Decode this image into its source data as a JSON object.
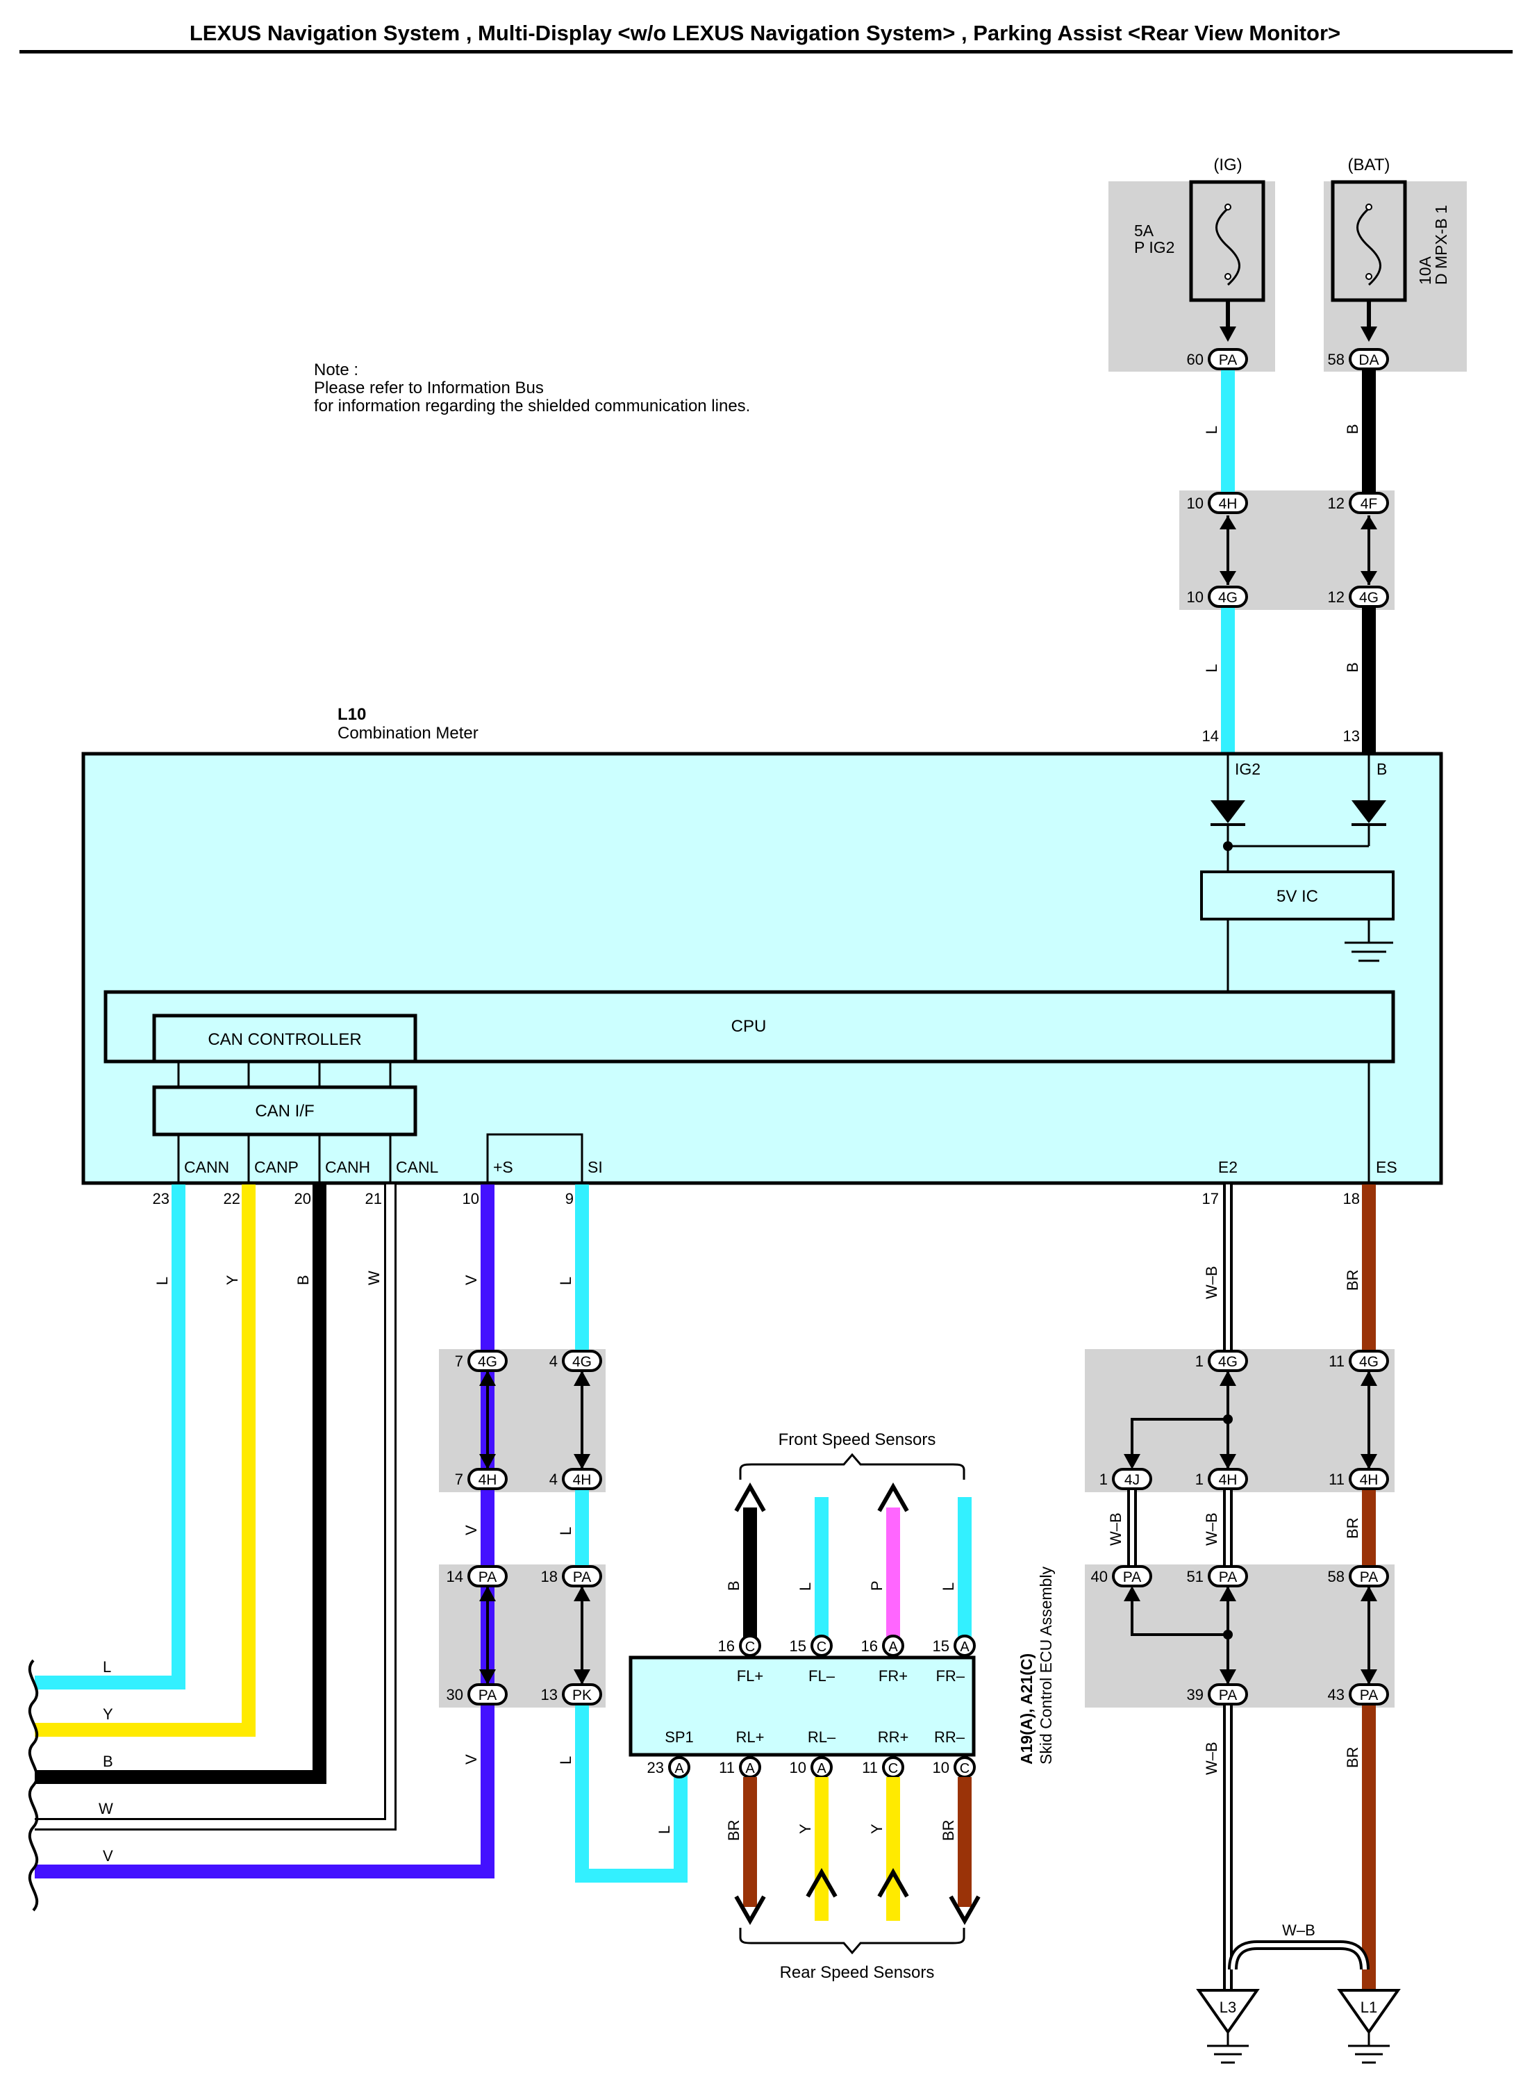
{
  "title": "LEXUS Navigation System , Multi-Display <w/o LEXUS Navigation System> , Parking Assist <Rear View Monitor>",
  "note": {
    "line1": "Note :",
    "line2": "Please refer to Information Bus",
    "line3": "for information regarding the shielded communication lines."
  },
  "colors": {
    "L": "#33f0ff",
    "Y": "#ffea00",
    "B": "#000000",
    "W": "#ffffff",
    "V": "#4411ff",
    "P": "#ff66ff",
    "BR": "#9a3308",
    "WB": "#ffffff",
    "component_fill": "#ccffff",
    "junction_fill": "#d3d3d3"
  },
  "fuses": {
    "ig": {
      "source": "(IG)",
      "rating": "5A",
      "name": "P IG2",
      "pin": "60",
      "connector": "PA"
    },
    "bat": {
      "source": "(BAT)",
      "rating": "10A",
      "name": "D MPX-B 1",
      "pin": "58",
      "connector": "DA"
    }
  },
  "wire_labels": {
    "L": "L",
    "Y": "Y",
    "B": "B",
    "W": "W",
    "V": "V",
    "P": "P",
    "BR": "BR",
    "WB": "W–B"
  },
  "connectors": {
    "c4H": "4H",
    "c4G": "4G",
    "c4F": "4F",
    "c4J": "4J",
    "cPA": "PA",
    "cPK": "PK",
    "cDA": "DA",
    "cA": "A",
    "cC": "C"
  },
  "pins": {
    "p1": "1",
    "p4": "4",
    "p7": "7",
    "p9": "9",
    "p10": "10",
    "p11": "11",
    "p12": "12",
    "p13": "13",
    "p14": "14",
    "p15": "15",
    "p16": "16",
    "p17": "17",
    "p18": "18",
    "p20": "20",
    "p21": "21",
    "p22": "22",
    "p23": "23",
    "p30": "30",
    "p39": "39",
    "p40": "40",
    "p43": "43",
    "p51": "51",
    "p58": "58",
    "p60": "60"
  },
  "meter": {
    "id": "L10",
    "name": "Combination Meter",
    "ic_label": "5V IC",
    "cpu_label": "CPU",
    "can_controller": "CAN CONTROLLER",
    "can_if": "CAN I/F",
    "terminals": {
      "ig2": "IG2",
      "b": "B",
      "cann": "CANN",
      "canp": "CANP",
      "canh": "CANH",
      "canl": "CANL",
      "plus_s": "+S",
      "si": "SI",
      "e2": "E2",
      "es": "ES"
    }
  },
  "skid_ecu": {
    "id": "A19(A), A21(C)",
    "name": "Skid Control ECU Assembly",
    "terminals": {
      "fl_plus": "FL+",
      "fl_minus": "FL–",
      "fr_plus": "FR+",
      "fr_minus": "FR–",
      "sp1": "SP1",
      "rl_plus": "RL+",
      "rl_minus": "RL–",
      "rr_plus": "RR+",
      "rr_minus": "RR–"
    }
  },
  "sensors": {
    "front": "Front Speed Sensors",
    "rear": "Rear Speed Sensors"
  },
  "grounds": {
    "l3": "L3",
    "l1": "L1"
  }
}
